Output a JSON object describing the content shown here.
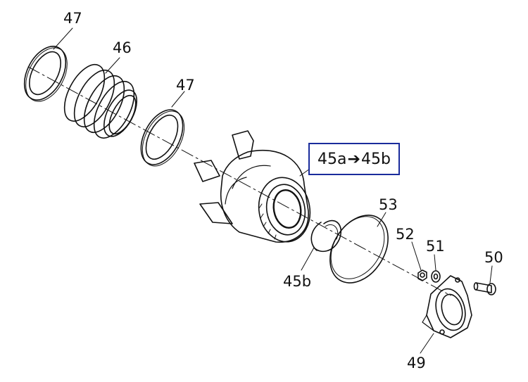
{
  "labels": {
    "l47_left": "47",
    "l46": "46",
    "l47_right": "47",
    "l53": "53",
    "l52": "52",
    "l51": "51",
    "l50": "50",
    "l45b": "45b",
    "l49": "49"
  },
  "callout": {
    "from": "45a",
    "arrow": "➔",
    "to": "45b"
  },
  "colors": {
    "line": "#111111",
    "callout_border": "#1a2c9c"
  }
}
